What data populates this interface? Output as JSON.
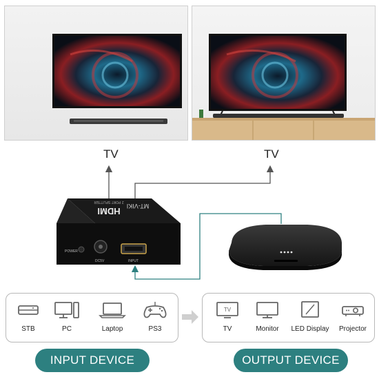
{
  "top_photos": [
    {
      "id": "left-room"
    },
    {
      "id": "right-room"
    }
  ],
  "outputs": {
    "tv_left": "TV",
    "tv_right": "TV"
  },
  "splitter": {
    "brand_text": "HDMI",
    "model_text": "MT-VIKI",
    "sub_text": "2 PORT SPLITTER",
    "power_label": "POWER",
    "dc_label": "DC5V",
    "input_label": "INPUT"
  },
  "input_devices": {
    "title": "INPUT DEVICE",
    "items": [
      {
        "label": "STB",
        "icon": "stb-icon"
      },
      {
        "label": "PC",
        "icon": "pc-icon"
      },
      {
        "label": "Laptop",
        "icon": "laptop-icon"
      },
      {
        "label": "PS3",
        "icon": "gamepad-icon"
      }
    ]
  },
  "output_devices": {
    "title": "OUTPUT DEVICE",
    "items": [
      {
        "label": "TV",
        "icon": "tv-icon"
      },
      {
        "label": "Monitor",
        "icon": "monitor-icon"
      },
      {
        "label": "LED Display",
        "icon": "led-display-icon"
      },
      {
        "label": "Projector",
        "icon": "projector-icon"
      }
    ]
  },
  "colors": {
    "accent": "#2d8080",
    "line": "#555555",
    "panel_border": "#b8b8b8"
  }
}
